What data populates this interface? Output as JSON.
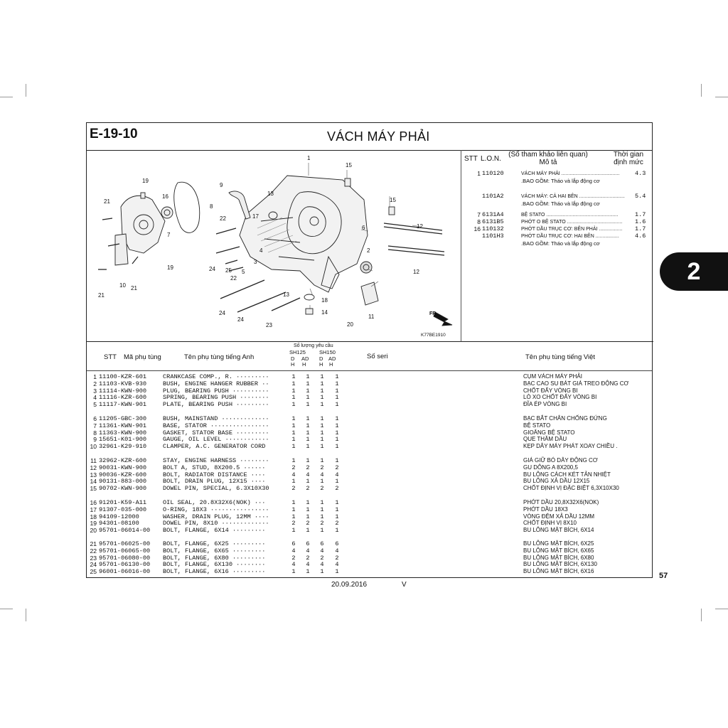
{
  "header": {
    "code": "E-19-10",
    "title": "VÁCH MÁY PHẢI"
  },
  "labor": {
    "col_stt": "STT",
    "col_lon": "L.O.N.",
    "col_desc_line1": "(Số tham khảo liên quan)",
    "col_desc_line2": "Mô tả",
    "col_time_line1": "Thời gian",
    "col_time_line2": "định mức",
    "rows": [
      {
        "stt": "1",
        "lon": "110120",
        "desc": "VÁCH MÁY PHẢI ..........................................",
        "time": "4.3",
        "sub": ".BAO GỒM: Tháo và lắp động cơ"
      },
      {
        "stt": "",
        "lon": "1101A2",
        "desc": "VÁCH MÁY: CẢ HAI BÊN .................................",
        "time": "5.4",
        "sub": ".BAO GỒM: Tháo và lắp động cơ"
      },
      {
        "stt": "7",
        "lon": "6131A4",
        "desc": "BỆ STATO ....................................................",
        "time": "1.7",
        "sub": ""
      },
      {
        "stt": "8",
        "lon": "6131B5",
        "desc": "PHỚT O BỆ STATO ........................................",
        "time": "1.6",
        "sub": ""
      },
      {
        "stt": "16",
        "lon": "110132",
        "desc": "PHỚT DẦU TRỤC CƠ: BÊN PHẢI .................",
        "time": "1.7",
        "sub": ""
      },
      {
        "stt": "",
        "lon": "1101H3",
        "desc": "PHỚT DẦU TRỤC CƠ: HAI BÊN .................",
        "time": "4.6",
        "sub": ".BAO GỒM: Tháo và lắp động cơ"
      }
    ]
  },
  "diagram": {
    "ref_code": "K77BE1910",
    "front_marker": "FR.",
    "callouts": [
      "1",
      "15",
      "19",
      "16",
      "9",
      "8",
      "21",
      "13",
      "17",
      "22",
      "15",
      "12",
      "6",
      "7",
      "12",
      "24",
      "25",
      "5",
      "3",
      "2",
      "4",
      "19",
      "22",
      "10",
      "21",
      "11",
      "21",
      "13",
      "18",
      "14",
      "24",
      "23",
      "20"
    ]
  },
  "parts_table": {
    "col_stt": "STT",
    "col_part_no": "Mã phụ tùng",
    "col_name_en": "Tên phụ tùng tiếng Anh",
    "col_qty_title": "Số lượng yêu cầu",
    "col_qty_sh125": "SH125",
    "col_qty_sh150": "SH150",
    "qty_sub": [
      "D",
      "AD",
      "D",
      "AD"
    ],
    "qty_sub2": [
      "H",
      "H",
      "H",
      "H"
    ],
    "col_serial": "Số seri",
    "col_name_vi": "Tên phụ tùng tiếng Việt",
    "groups": [
      [
        {
          "stt": "1",
          "part": "11100-KZR-601",
          "en": "CRANKCASE COMP., R. ·········",
          "q": [
            "1",
            "1",
            "1",
            "1"
          ],
          "vi": "CỤM VÁCH MÁY PHẢI"
        },
        {
          "stt": "2",
          "part": "11103-KVB-930",
          "en": "BUSH, ENGINE HANGER RUBBER ··",
          "q": [
            "1",
            "1",
            "1",
            "1"
          ],
          "vi": "BẠC CAO SU BÁT GIÁ TREO ĐỘNG CƠ"
        },
        {
          "stt": "3",
          "part": "11114-KWN-900",
          "en": "PLUG, BEARING PUSH ··········",
          "q": [
            "1",
            "1",
            "1",
            "1"
          ],
          "vi": "CHỐT ĐẨY VÒNG BI"
        },
        {
          "stt": "4",
          "part": "11116-KZR-600",
          "en": "SPRING, BEARING PUSH ········",
          "q": [
            "1",
            "1",
            "1",
            "1"
          ],
          "vi": "LÒ XO CHỐT ĐẨY VÒNG BI"
        },
        {
          "stt": "5",
          "part": "11117-KWN-901",
          "en": "PLATE, BEARING PUSH ·········",
          "q": [
            "1",
            "1",
            "1",
            "1"
          ],
          "vi": "ĐĨA ÉP VÒNG BI"
        }
      ],
      [
        {
          "stt": "6",
          "part": "11205-GBC-300",
          "en": "BUSH, MAINSTAND ·············",
          "q": [
            "1",
            "1",
            "1",
            "1"
          ],
          "vi": "BẠC BẮT CHÂN CHỐNG ĐỨNG"
        },
        {
          "stt": "7",
          "part": "11361-KWN-901",
          "en": "BASE, STATOR ················",
          "q": [
            "1",
            "1",
            "1",
            "1"
          ],
          "vi": "BỆ STATO"
        },
        {
          "stt": "8",
          "part": "11363-KWN-900",
          "en": "GASKET, STATOR BASE ·········",
          "q": [
            "1",
            "1",
            "1",
            "1"
          ],
          "vi": "GIOĂNG BỆ STATO"
        },
        {
          "stt": "9",
          "part": "15651-K01-900",
          "en": "GAUGE, OIL LEVEL ············",
          "q": [
            "1",
            "1",
            "1",
            "1"
          ],
          "vi": "QUE THĂM DẦU"
        },
        {
          "stt": "10",
          "part": "32961-K29-910",
          "en": "CLAMPER, A.C. GENERATOR CORD",
          "q": [
            "1",
            "1",
            "1",
            "1"
          ],
          "vi": "KẸP DÂY MÁY PHÁT XOAY CHIỀU ."
        }
      ],
      [
        {
          "stt": "11",
          "part": "32962-KZR-600",
          "en": "STAY, ENGINE HARNESS ········",
          "q": [
            "1",
            "1",
            "1",
            "1"
          ],
          "vi": "GIÁ GIỮ BÓ DÂY ĐỘNG CƠ"
        },
        {
          "stt": "12",
          "part": "90031-KWN-900",
          "en": "BOLT A, STUD, 8X200.5 ······",
          "q": [
            "2",
            "2",
            "2",
            "2"
          ],
          "vi": "GU DÔNG A 8X200,5"
        },
        {
          "stt": "13",
          "part": "90036-KZR-600",
          "en": "BOLT, RADIATOR DISTANCE ····",
          "q": [
            "4",
            "4",
            "4",
            "4"
          ],
          "vi": "BU LÔNG CÁCH KÉT TẢN NHIỆT"
        },
        {
          "stt": "14",
          "part": "90131-883-000",
          "en": "BOLT, DRAIN PLUG, 12X15 ····",
          "q": [
            "1",
            "1",
            "1",
            "1"
          ],
          "vi": "BU LÔNG XẢ DẦU 12X15"
        },
        {
          "stt": "15",
          "part": "90702-KWN-900",
          "en": "DOWEL PIN, SPECIAL, 6.3X10X30",
          "q": [
            "2",
            "2",
            "2",
            "2"
          ],
          "vi": "CHỐT ĐỊNH VỊ ĐẶC BIỆT 6,3X10X30"
        }
      ],
      [
        {
          "stt": "16",
          "part": "91201-K59-A11",
          "en": "OIL SEAL, 20.8X32X6(NOK) ···",
          "q": [
            "1",
            "1",
            "1",
            "1"
          ],
          "vi": "PHỚT DẦU 20,8X32X6(NOK)"
        },
        {
          "stt": "17",
          "part": "91307-035-000",
          "en": "O-RING, 18X3 ················",
          "q": [
            "1",
            "1",
            "1",
            "1"
          ],
          "vi": "PHỚT DẦU 18X3"
        },
        {
          "stt": "18",
          "part": "94109-12000",
          "en": "WASHER, DRAIN PLUG, 12MM ····",
          "q": [
            "1",
            "1",
            "1",
            "1"
          ],
          "vi": "VÒNG ĐỆM XẢ DẦU 12MM"
        },
        {
          "stt": "19",
          "part": "94301-08100",
          "en": "DOWEL PIN, 8X10 ·············",
          "q": [
            "2",
            "2",
            "2",
            "2"
          ],
          "vi": "CHỐT ĐỊNH VỊ 8X10"
        },
        {
          "stt": "20",
          "part": "95701-06014-00",
          "en": "BOLT, FLANGE, 6X14 ·········",
          "q": [
            "1",
            "1",
            "1",
            "1"
          ],
          "vi": "BU LÔNG MẶT BÍCH, 6X14"
        }
      ],
      [
        {
          "stt": "21",
          "part": "95701-06025-00",
          "en": "BOLT, FLANGE, 6X25 ·········",
          "q": [
            "6",
            "6",
            "6",
            "6"
          ],
          "vi": "BU LÔNG MẶT BÍCH, 6X25"
        },
        {
          "stt": "22",
          "part": "95701-06065-00",
          "en": "BOLT, FLANGE, 6X65 ·········",
          "q": [
            "4",
            "4",
            "4",
            "4"
          ],
          "vi": "BU LÔNG MẶT BÍCH, 6X65"
        },
        {
          "stt": "23",
          "part": "95701-06080-00",
          "en": "BOLT, FLANGE, 6X80 ·········",
          "q": [
            "2",
            "2",
            "2",
            "2"
          ],
          "vi": "BU LÔNG MẶT BÍCH, 6X80"
        },
        {
          "stt": "24",
          "part": "95701-06130-00",
          "en": "BOLT, FLANGE, 6X130 ········",
          "q": [
            "4",
            "4",
            "4",
            "4"
          ],
          "vi": "BU LÔNG MẶT BÍCH, 6X130"
        },
        {
          "stt": "25",
          "part": "96001-06016-00",
          "en": "BOLT, FLANGE, 6X16 ·········",
          "q": [
            "1",
            "1",
            "1",
            "1"
          ],
          "vi": "BU LÔNG MẶT BÍCH, 6X16"
        }
      ]
    ]
  },
  "footer": {
    "date": "20.09.2016",
    "version": "V",
    "page": "57",
    "section_tab": "2"
  }
}
